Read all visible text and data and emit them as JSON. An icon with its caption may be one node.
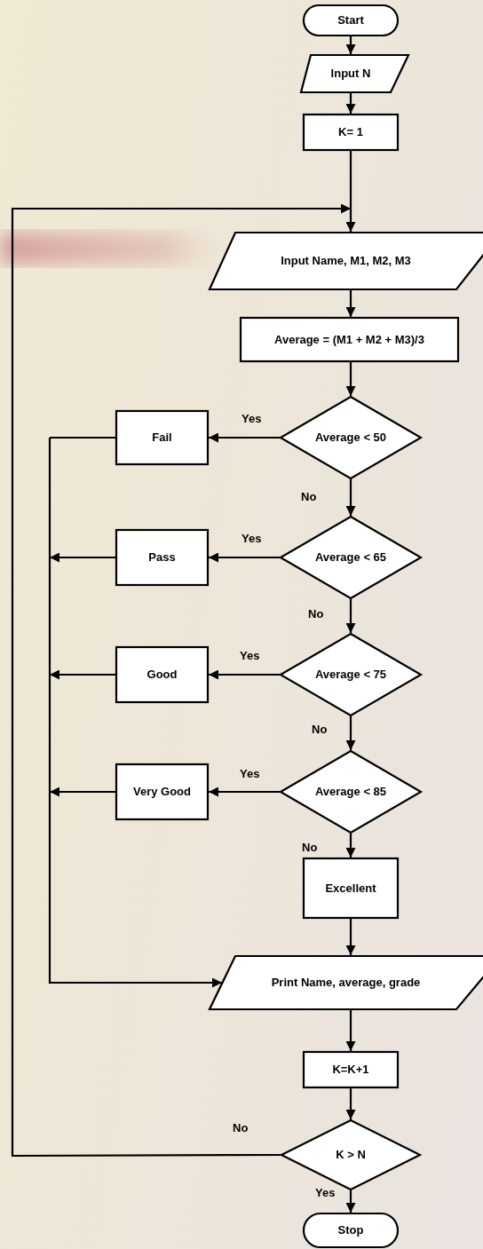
{
  "diagram": {
    "nodes": [
      {
        "text": [
          "Start"
        ]
      },
      {
        "text": [
          "Input N"
        ]
      },
      {
        "text": [
          "K= 1"
        ]
      },
      {
        "text": [
          "Input Name, M1, M2, M3"
        ]
      },
      {
        "text": [
          "Average = (M1 + M2 + M3)/3"
        ]
      },
      {
        "text": [
          "Average < 50"
        ]
      },
      {
        "text": [
          "Fail"
        ]
      },
      {
        "text": [
          "Average < 65"
        ]
      },
      {
        "text": [
          "Pass"
        ]
      },
      {
        "text": [
          "Average < 75"
        ]
      },
      {
        "text": [
          "Good"
        ]
      },
      {
        "text": [
          "Average < 85"
        ]
      },
      {
        "text": [
          "Very Good"
        ]
      },
      {
        "text": [
          "Excellent"
        ]
      },
      {
        "text": [
          "Print Name, average, grade"
        ]
      },
      {
        "text": [
          "K=K+1"
        ]
      },
      {
        "text": [
          "K > N"
        ]
      },
      {
        "text": [
          "Stop"
        ]
      }
    ],
    "edges": [
      {
        "from": 0,
        "to": 1,
        "arrow": "to"
      },
      {
        "from": 1,
        "to": 2,
        "arrow": "to"
      },
      {
        "from": 2,
        "to": 3,
        "arrow": "to"
      },
      {
        "from": 3,
        "to": 4,
        "arrow": "to"
      },
      {
        "from": 4,
        "to": 5,
        "arrow": "to"
      },
      {
        "from": 5,
        "to": 6,
        "arrow": "to",
        "label": "Yes"
      },
      {
        "from": 5,
        "to": 7,
        "arrow": "to",
        "label": "No"
      },
      {
        "from": 7,
        "to": 8,
        "arrow": "to",
        "label": "Yes"
      },
      {
        "from": 7,
        "to": 9,
        "arrow": "to",
        "label": "No"
      },
      {
        "from": 9,
        "to": 10,
        "arrow": "to",
        "label": "Yes"
      },
      {
        "from": 9,
        "to": 11,
        "arrow": "to",
        "label": "No"
      },
      {
        "from": 11,
        "to": 12,
        "arrow": "to",
        "label": "Yes"
      },
      {
        "from": 11,
        "to": 13,
        "arrow": "to",
        "label": "No"
      },
      {
        "from": 13,
        "to": 14,
        "arrow": "to"
      },
      {
        "from": 6,
        "to": 14,
        "arrow": "to"
      },
      {
        "from": 8,
        "to": 14,
        "arrow": "to"
      },
      {
        "from": 10,
        "to": 14,
        "arrow": "to"
      },
      {
        "from": 12,
        "to": 14,
        "arrow": "to"
      },
      {
        "from": 14,
        "to": 15,
        "arrow": "to"
      },
      {
        "from": 15,
        "to": 16,
        "arrow": "to"
      },
      {
        "from": 16,
        "to": 3,
        "arrow": "to",
        "label": "No"
      },
      {
        "from": 16,
        "to": 17,
        "arrow": "to",
        "label": "Yes"
      }
    ]
  }
}
